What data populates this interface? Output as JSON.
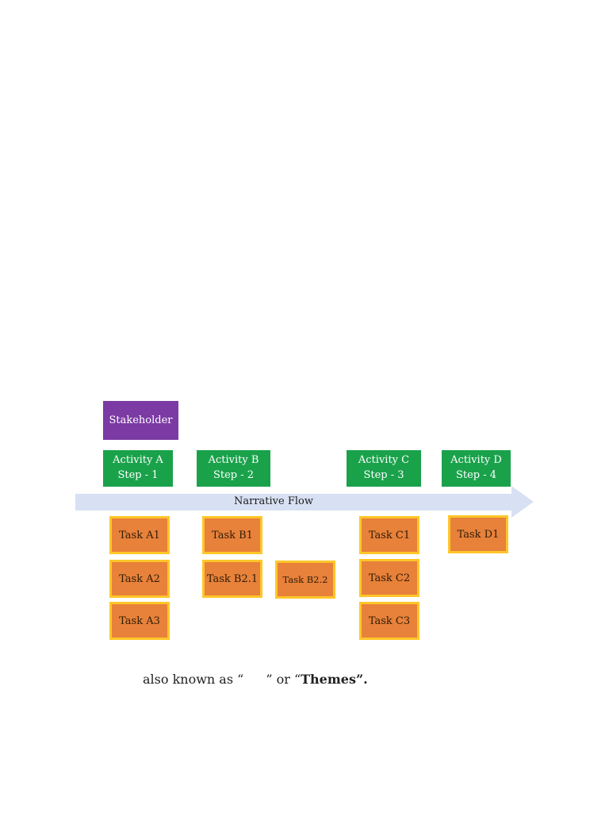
{
  "page": {
    "background": "#ffffff",
    "caption": {
      "part1": "also known as “",
      "part2": "” or “",
      "emphasis": "Themes”."
    }
  },
  "diagram": {
    "stakeholder": {
      "label": "Stakeholder",
      "fill": "#7B3AA4",
      "text_color": "#FFFFFF"
    },
    "activity_fill": "#1AA24B",
    "activities": [
      {
        "name": "Activity A",
        "step": "Step - 1"
      },
      {
        "name": "Activity B",
        "step": "Step - 2"
      },
      {
        "name": "Activity C",
        "step": "Step - 3"
      },
      {
        "name": "Activity D",
        "step": "Step - 4"
      }
    ],
    "flow": {
      "label": "Narrative Flow",
      "fill": "#D8E1F3"
    },
    "task_fill": "#E8813A",
    "task_border": "#FFC629",
    "task_text_color": "#2F1D07",
    "tasks": {
      "a": [
        "Task A1",
        "Task A2",
        "Task A3"
      ],
      "b": [
        "Task B1",
        "Task B2.1",
        "Task B2.2"
      ],
      "c": [
        "Task C1",
        "Task C2",
        "Task C3"
      ],
      "d": [
        "Task D1"
      ]
    }
  }
}
